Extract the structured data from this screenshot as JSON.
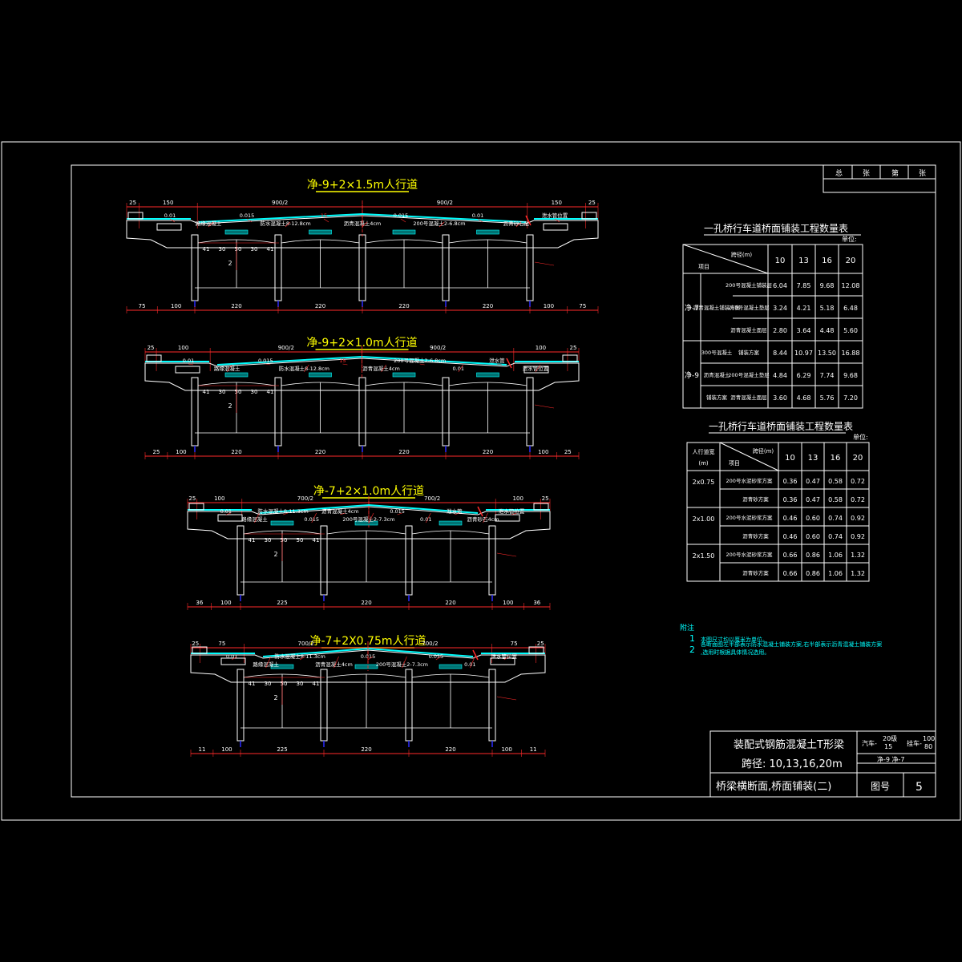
{
  "sections": [
    {
      "title": "净-9+2×1.5m人行道",
      "top_dims": [
        "25",
        "150",
        "900/2",
        "900/2",
        "150",
        "25"
      ],
      "bottom_dims": [
        "75",
        "100",
        "220",
        "220",
        "220",
        "220",
        "100",
        "75"
      ],
      "labels": [
        "0.01",
        "路缘混凝土",
        "0.015",
        "防水混凝土8-12.8cm",
        "15",
        "沥青混凝土4cm",
        "0.015",
        "200号混凝土2-6.8cm",
        "0.01",
        "沥青砂石层",
        "泄水管位置"
      ],
      "web_dims": [
        "41",
        "30",
        "50",
        "30",
        "41"
      ]
    },
    {
      "title": "净-9+2×1.0m人行道",
      "top_dims": [
        "25",
        "100",
        "900/2",
        "900/2",
        "100",
        "25"
      ],
      "bottom_dims": [
        "25",
        "100",
        "220",
        "220",
        "220",
        "220",
        "100",
        "25"
      ],
      "labels": [
        "0.01",
        "路缘混凝土",
        "0.015",
        "防水混凝土8-12.8cm",
        "15",
        "沥青混凝土4cm",
        "200号混凝土2-6.8cm",
        "0.01",
        "泄水管",
        "泄水管位置"
      ],
      "web_dims": [
        "41",
        "30",
        "50",
        "30",
        "41"
      ]
    },
    {
      "title": "净-7+2×1.0m人行道",
      "top_dims": [
        "25",
        "100",
        "700/2",
        "700/2",
        "100",
        "25"
      ],
      "bottom_dims": [
        "36",
        "100",
        "225",
        "220",
        "220",
        "100",
        "36"
      ],
      "labels": [
        "0.01",
        "路缘混凝土",
        "防水混凝土8-11.3cm",
        "0.015",
        "沥青混凝土4cm",
        "200号混凝土2-7.3cm",
        "0.015",
        "0.01",
        "泄水管",
        "沥青砂石4cm",
        "泄水管位置"
      ],
      "web_dims": [
        "41",
        "30",
        "50",
        "50",
        "41"
      ]
    },
    {
      "title": "净-7+2X0.75m人行道",
      "top_dims": [
        "25",
        "75",
        "700/2",
        "700/2",
        "75",
        "25"
      ],
      "bottom_dims": [
        "11",
        "100",
        "225",
        "220",
        "220",
        "100",
        "11"
      ],
      "labels": [
        "0.01",
        "路缘混凝土",
        "防水混凝土8-11.3cm",
        "沥青混凝土4cm",
        "0.015",
        "200号混凝土2-7.3cm",
        "0.015",
        "0.01",
        "泄水管位置"
      ],
      "web_dims": [
        "41",
        "30",
        "50",
        "30",
        "41"
      ]
    }
  ],
  "table1": {
    "title": "一孔桥行车道桥面铺装工程数量表",
    "unit": "单位:",
    "corner_top": "跨径(m)",
    "corner_bottom": "项目",
    "spans": [
      "10",
      "13",
      "16",
      "20"
    ],
    "groups": [
      {
        "name": "净-7",
        "rows": [
          {
            "label1": "",
            "label2": "200号混凝土铺装层",
            "values": [
              "6.04",
              "7.85",
              "9.68",
              "12.08"
            ]
          },
          {
            "label1": "沥青混凝土铺装方案",
            "label2": "200号混凝土垫层",
            "values": [
              "3.24",
              "4.21",
              "5.18",
              "6.48"
            ]
          },
          {
            "label1": "",
            "label2": "沥青混凝土面层",
            "values": [
              "2.80",
              "3.64",
              "4.48",
              "5.60"
            ]
          }
        ]
      },
      {
        "name": "净-9",
        "rows": [
          {
            "label1": "300号混凝土",
            "label2": "铺装方案",
            "values": [
              "8.44",
              "10.97",
              "13.50",
              "16.88"
            ]
          },
          {
            "label1": "沥青混凝土",
            "label2": "200号混凝土垫层",
            "values": [
              "4.84",
              "6.29",
              "7.74",
              "9.68"
            ]
          },
          {
            "label1": "铺装方案",
            "label2": "沥青混凝土面层",
            "values": [
              "3.60",
              "4.68",
              "5.76",
              "7.20"
            ]
          }
        ]
      }
    ]
  },
  "table2": {
    "title": "一孔桥行车道桥面铺装工程数量表",
    "unit": "单位:",
    "col_head1": "人行道宽",
    "col_head1b": "(m)",
    "corner_top": "跨径(m)",
    "corner_bottom": "项目",
    "spans": [
      "10",
      "13",
      "16",
      "20"
    ],
    "groups": [
      {
        "name": "2x0.75",
        "rows": [
          {
            "label": "200号水泥砂浆方案",
            "values": [
              "0.36",
              "0.47",
              "0.58",
              "0.72"
            ]
          },
          {
            "label": "沥青砂方案",
            "values": [
              "0.36",
              "0.47",
              "0.58",
              "0.72"
            ]
          }
        ]
      },
      {
        "name": "2x1.00",
        "rows": [
          {
            "label": "200号水泥砂浆方案",
            "values": [
              "0.46",
              "0.60",
              "0.74",
              "0.92"
            ]
          },
          {
            "label": "沥青砂方案",
            "values": [
              "0.46",
              "0.60",
              "0.74",
              "0.92"
            ]
          }
        ]
      },
      {
        "name": "2x1.50",
        "rows": [
          {
            "label": "200号水泥砂浆方案",
            "values": [
              "0.66",
              "0.86",
              "1.06",
              "1.32"
            ]
          },
          {
            "label": "沥青砂方案",
            "values": [
              "0.66",
              "0.86",
              "1.06",
              "1.32"
            ]
          }
        ]
      }
    ]
  },
  "notes": {
    "head": "附注",
    "items": [
      {
        "num": "1",
        "text": "本图尺寸均以厘米为单位。"
      },
      {
        "num": "2",
        "text": "各断面图左半部表示防水混凝土铺装方案,右半部表示沥青混凝土铺装方案,选用时根据具体情况选用。"
      }
    ]
  },
  "corner_table": {
    "c1": "总",
    "c2": "张",
    "c3": "第",
    "c4": "张"
  },
  "title_block": {
    "line1": "装配式钢筋混凝土T形梁",
    "line2": "跨径: 10,13,16,20m",
    "line3": "桥梁横断面,桥面铺装(二)",
    "load1_label": "汽车-",
    "load1_top": "20级",
    "load1_bot": "15",
    "load2_label": "挂车-",
    "load2_top": "100",
    "load2_bot": "80",
    "width": "净-9  净-7",
    "sheet_label": "图号",
    "sheet_no": "5"
  },
  "colors": {
    "outline": "#ffffff",
    "dimension": "#ff2a2a",
    "title": "#ffff00",
    "pavement": "#00ffff",
    "green": "#00ff00",
    "blue": "#2b2bff"
  }
}
